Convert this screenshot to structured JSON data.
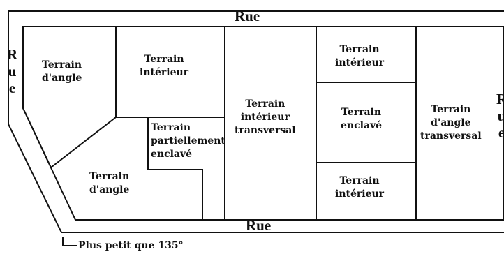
{
  "streets": {
    "top": "Rue",
    "bottom": "Rue",
    "left": [
      "R",
      "u",
      "e"
    ],
    "right": [
      "R",
      "u",
      "e"
    ]
  },
  "lots": {
    "angle_top_left": [
      "Terrain",
      "d'angle"
    ],
    "interieur_top": [
      "Terrain",
      "intérieur"
    ],
    "partiellement_enclave": [
      "Terrain",
      "partiellement",
      "enclavé"
    ],
    "angle_bottom_left": [
      "Terrain",
      "d'angle"
    ],
    "interieur_transversal": [
      "Terrain",
      "intérieur",
      "transversal"
    ],
    "interieur_right_top": [
      "Terrain",
      "intérieur"
    ],
    "enclave": [
      "Terrain",
      "enclavé"
    ],
    "interieur_right_bottom": [
      "Terrain",
      "intérieur"
    ],
    "angle_transversal": [
      "Terrain",
      "d'angle",
      "transversal"
    ]
  },
  "angle_note": "Plus petit que 135°"
}
